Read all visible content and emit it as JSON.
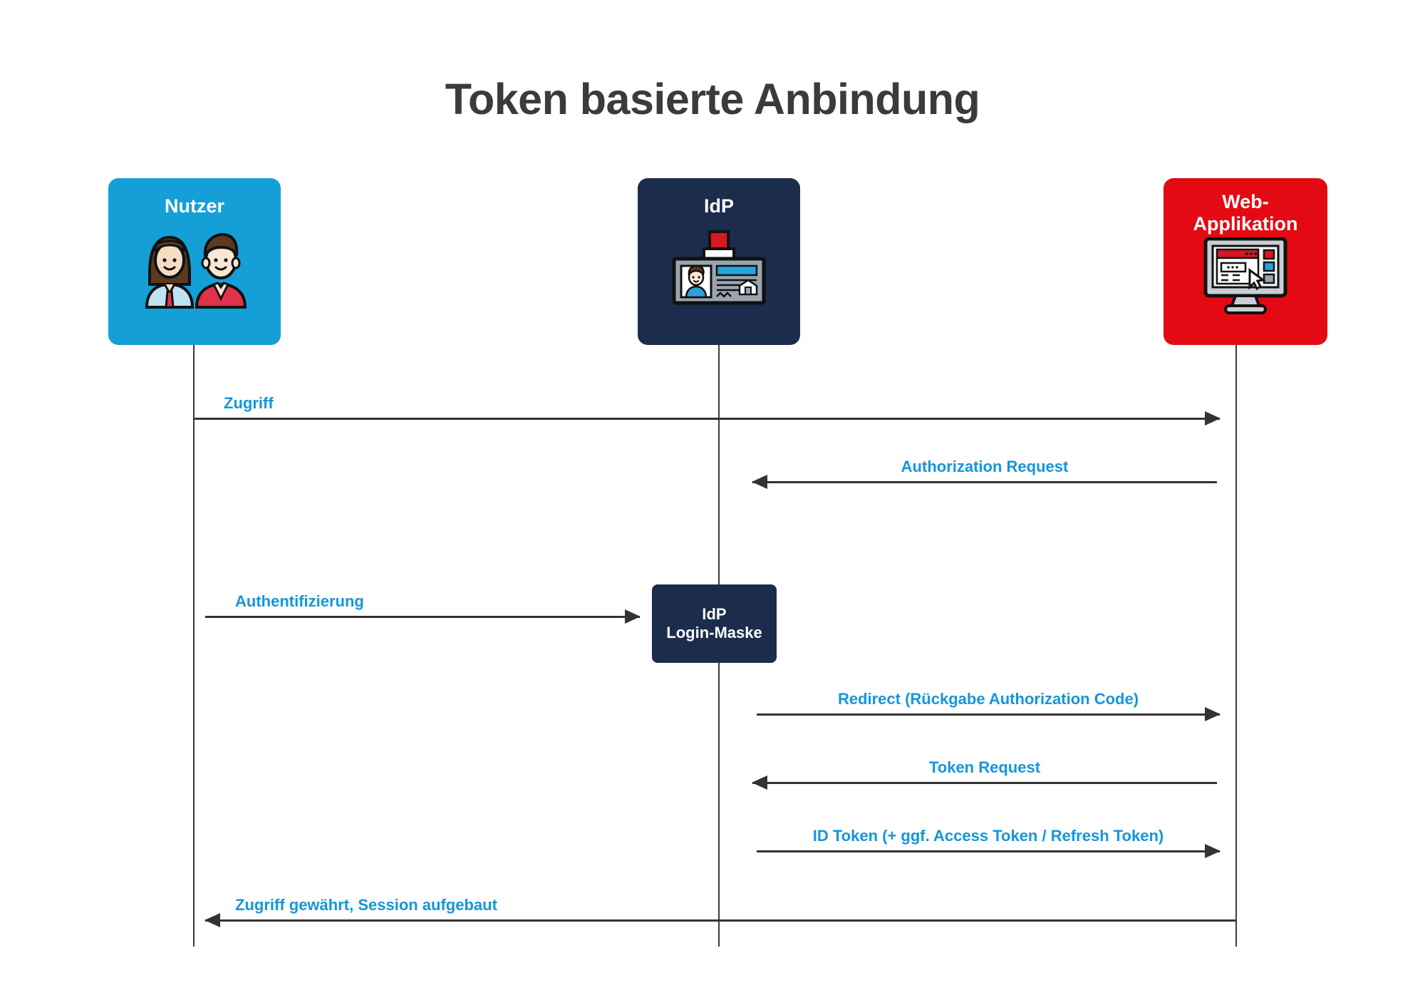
{
  "title": "Token basierte Anbindung",
  "colors": {
    "user_box": "#14A0D7",
    "idp_box": "#1B2C4C",
    "webapp_box": "#E30A13",
    "message_label": "#1496DC",
    "line": "#333333",
    "title_text": "#3B3B3B",
    "background": "#FFFFFF"
  },
  "participants": [
    {
      "id": "nutzer",
      "label": "Nutzer",
      "icon": "two-people-icon",
      "color": "#14A0D7"
    },
    {
      "id": "idp",
      "label": "IdP",
      "icon": "id-badge-icon",
      "color": "#1B2C4C"
    },
    {
      "id": "webapp",
      "label": "Web-\nApplikation",
      "icon": "web-monitor-icon",
      "color": "#E30A13"
    }
  ],
  "activation": {
    "label": "IdP\nLogin-Maske"
  },
  "messages": [
    {
      "index": 1,
      "label": "Zugriff",
      "from": "nutzer",
      "to": "webapp",
      "direction": "right"
    },
    {
      "index": 2,
      "label": "Authorization Request",
      "from": "webapp",
      "to": "idp",
      "direction": "left"
    },
    {
      "index": 3,
      "label": "Authentifizierung",
      "from": "nutzer",
      "to": "idp",
      "direction": "right"
    },
    {
      "index": 4,
      "label": "Redirect (Rückgabe Authorization Code)",
      "from": "idp",
      "to": "webapp",
      "direction": "right"
    },
    {
      "index": 5,
      "label": "Token Request",
      "from": "webapp",
      "to": "idp",
      "direction": "left"
    },
    {
      "index": 6,
      "label": "ID Token (+ ggf. Access Token / Refresh Token)",
      "from": "idp",
      "to": "webapp",
      "direction": "right"
    },
    {
      "index": 7,
      "label": "Zugriff gewährt, Session aufgebaut",
      "from": "webapp",
      "to": "nutzer",
      "direction": "left"
    }
  ]
}
